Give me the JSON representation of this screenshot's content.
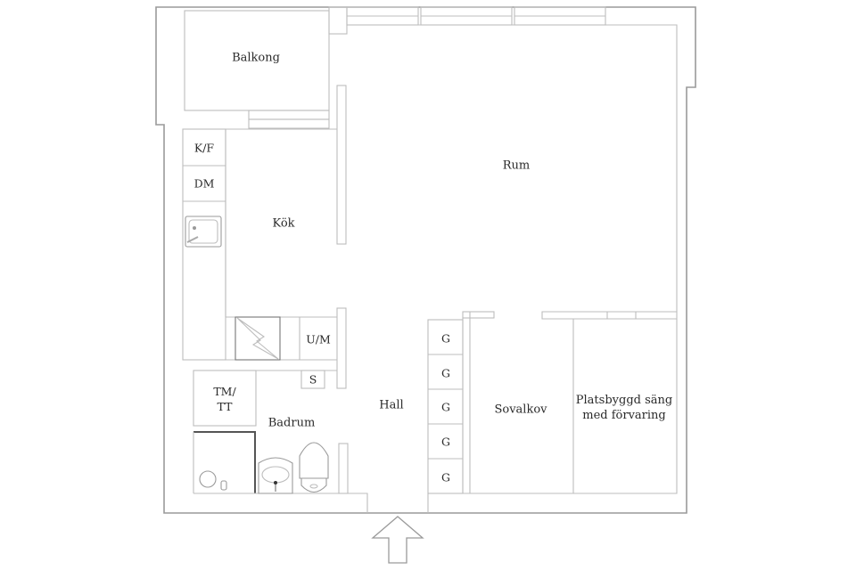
{
  "floorplan": {
    "colors": {
      "wall": "#9a9a9a",
      "line": "#bdbdbd",
      "text": "#2a2a2a",
      "shower_wall": "#555555"
    },
    "rooms": {
      "balcony": "Balkong",
      "living": "Rum",
      "kitchen": "Kök",
      "hall": "Hall",
      "bathroom": "Badrum",
      "sleeping_alcove": "Sovalkov",
      "built_in_bed_line1": "Platsbyggd säng",
      "built_in_bed_line2": "med förvaring"
    },
    "fixtures": {
      "fridge_freezer": "K/F",
      "dishwasher": "DM",
      "oven_microwave": "U/M",
      "cabinet_s": "S",
      "washer_line1": "TM/",
      "washer_line2": "TT",
      "wardrobes": [
        "G",
        "G",
        "G",
        "G",
        "G"
      ]
    },
    "icons": {
      "entrance": "arrow-up-icon",
      "sink": "kitchen-sink-icon",
      "stove": "stove-icon",
      "basin": "wash-basin-icon",
      "toilet": "toilet-icon",
      "shower": "shower-icon"
    }
  }
}
